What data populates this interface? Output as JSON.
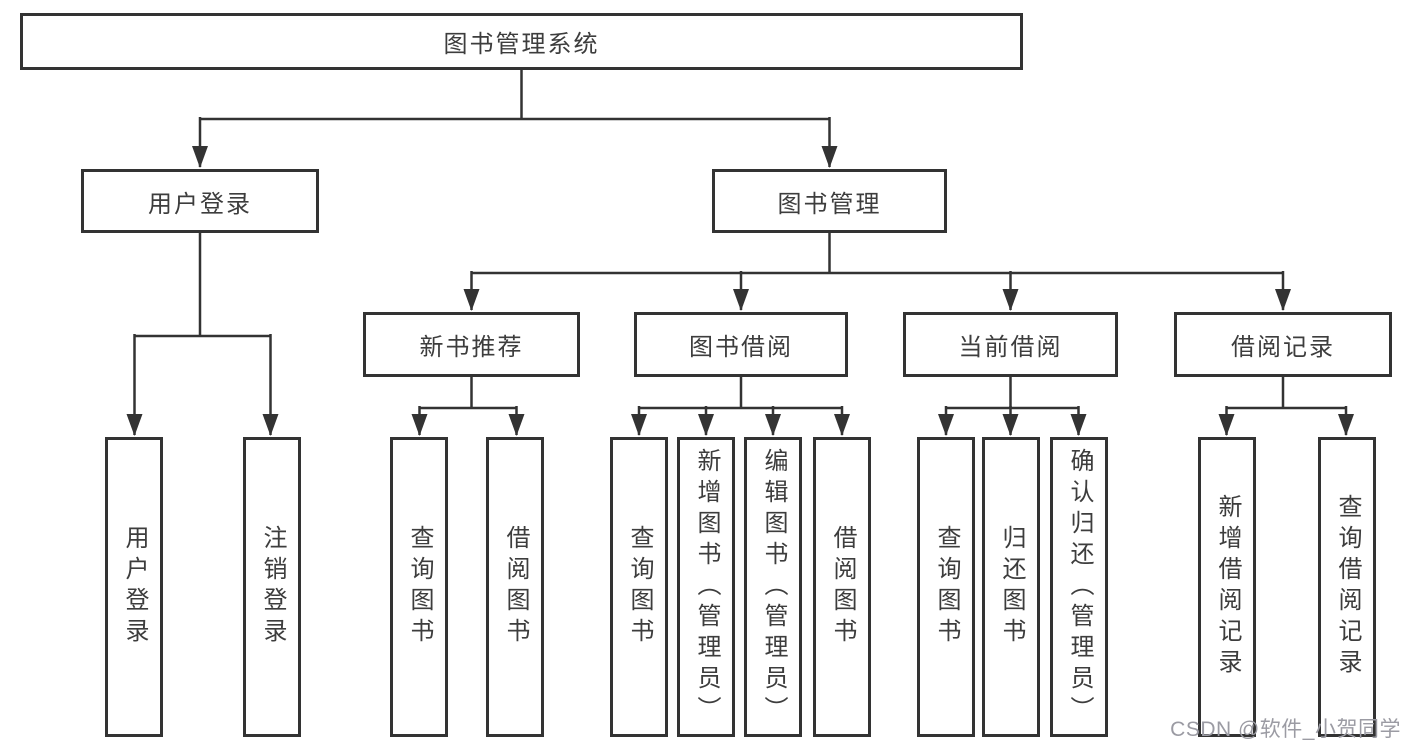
{
  "tree": {
    "root": {
      "label": "图书管理系统"
    },
    "level2": [
      {
        "id": "user-login",
        "label": "用户登录"
      },
      {
        "id": "book-management",
        "label": "图书管理"
      }
    ],
    "level3": [
      {
        "id": "new-book-recommend",
        "parent": "图书管理",
        "label": "新书推荐"
      },
      {
        "id": "book-borrow",
        "parent": "图书管理",
        "label": "图书借阅"
      },
      {
        "id": "current-borrow",
        "parent": "图书管理",
        "label": "当前借阅"
      },
      {
        "id": "borrow-records",
        "parent": "图书管理",
        "label": "借阅记录"
      }
    ],
    "leaves": [
      {
        "parent": "用户登录",
        "label": "用户登录"
      },
      {
        "parent": "用户登录",
        "label": "注销登录"
      },
      {
        "parent": "新书推荐",
        "label": "查询图书"
      },
      {
        "parent": "新书推荐",
        "label": "借阅图书"
      },
      {
        "parent": "图书借阅",
        "label": "查询图书"
      },
      {
        "parent": "图书借阅",
        "label": "新增图书（管理员）"
      },
      {
        "parent": "图书借阅",
        "label": "编辑图书（管理员）"
      },
      {
        "parent": "图书借阅",
        "label": "借阅图书"
      },
      {
        "parent": "当前借阅",
        "label": "查询图书"
      },
      {
        "parent": "当前借阅",
        "label": "归还图书"
      },
      {
        "parent": "当前借阅",
        "label": "确认归还（管理员）"
      },
      {
        "parent": "借阅记录",
        "label": "新增借阅记录"
      },
      {
        "parent": "借阅记录",
        "label": "查询借阅记录"
      }
    ]
  },
  "watermark": {
    "text": "CSDN @软件_小贺同学"
  },
  "colors": {
    "line": "#333333",
    "box_border": "#333333",
    "text": "#3d3d3d",
    "watermark": "#9b9ba3",
    "background": "#ffffff"
  }
}
